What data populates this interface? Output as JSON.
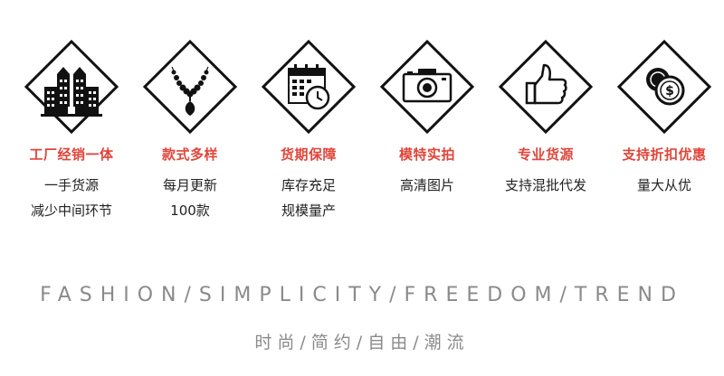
{
  "accent_color": "#e0453a",
  "features": [
    {
      "icon": "building-icon",
      "title": "工厂经销一体",
      "lines": [
        "一手货源",
        "减少中间环节"
      ]
    },
    {
      "icon": "necklace-icon",
      "title": "款式多样",
      "lines": [
        "每月更新",
        "100款"
      ]
    },
    {
      "icon": "calendar-clock-icon",
      "title": "货期保障",
      "lines": [
        "库存充足",
        "规模量产"
      ]
    },
    {
      "icon": "camera-icon",
      "title": "模特实拍",
      "lines": [
        "高清图片"
      ]
    },
    {
      "icon": "thumbs-up-icon",
      "title": "专业货源",
      "lines": [
        "支持混批代发"
      ]
    },
    {
      "icon": "coin-dollar-icon",
      "title": "支持折扣优惠",
      "lines": [
        "量大从优"
      ]
    }
  ],
  "slogan_en": "FASHION/SIMPLICITY/FREEDOM/TREND",
  "slogan_cn": "时尚/简约/自由/潮流"
}
